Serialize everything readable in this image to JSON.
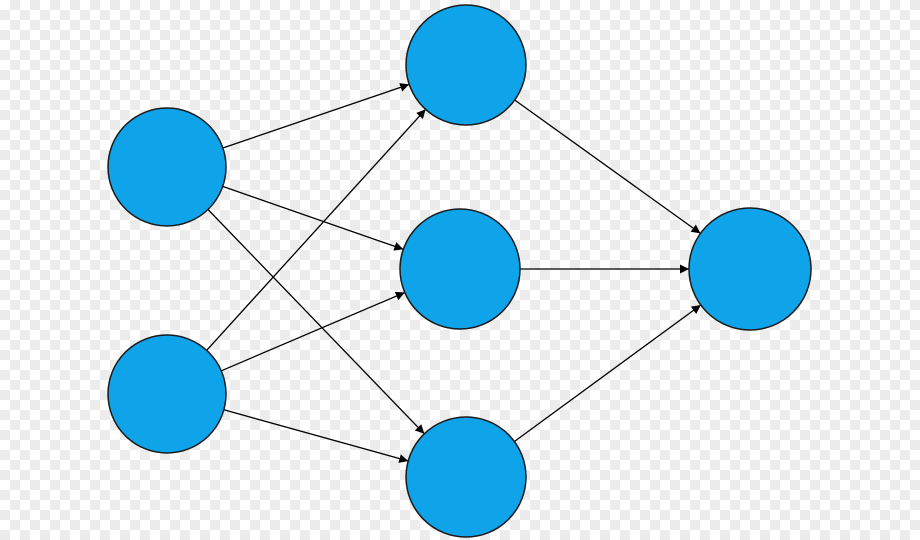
{
  "diagram": {
    "node_fill": "#0fa4ea",
    "node_stroke": "#1a1a1a",
    "edge_color": "#000000",
    "layers": [
      [
        "input-1",
        "input-2"
      ],
      [
        "hidden-1",
        "hidden-2",
        "hidden-3"
      ],
      [
        "output-1"
      ]
    ],
    "edges": [
      [
        "input-1",
        "hidden-1"
      ],
      [
        "input-1",
        "hidden-2"
      ],
      [
        "input-1",
        "hidden-3"
      ],
      [
        "input-2",
        "hidden-1"
      ],
      [
        "input-2",
        "hidden-2"
      ],
      [
        "input-2",
        "hidden-3"
      ],
      [
        "hidden-1",
        "output-1"
      ],
      [
        "hidden-2",
        "output-1"
      ],
      [
        "hidden-3",
        "output-1"
      ]
    ]
  }
}
